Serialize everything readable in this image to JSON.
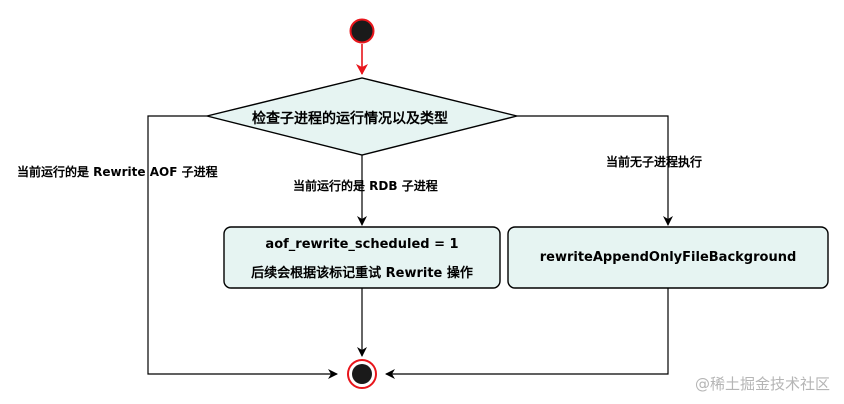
{
  "decision": {
    "label": "检查子进程的运行情况以及类型"
  },
  "branches": {
    "left": "当前运行的是 Rewrite AOF 子进程",
    "middle": "当前运行的是 RDB 子进程",
    "right": "当前无子进程执行"
  },
  "actions": {
    "middle_line1": "aof_rewrite_scheduled = 1",
    "middle_line2": "后续会根据该标记重试 Rewrite 操作",
    "right": "rewriteAppendOnlyFileBackground"
  },
  "watermark": "@稀土掘金技术社区",
  "colors": {
    "start_fill": "#1a1a1a",
    "start_border": "#e8151b",
    "arrow": "#e8151b",
    "box_fill": "#e6f4f2",
    "line": "#000000"
  }
}
